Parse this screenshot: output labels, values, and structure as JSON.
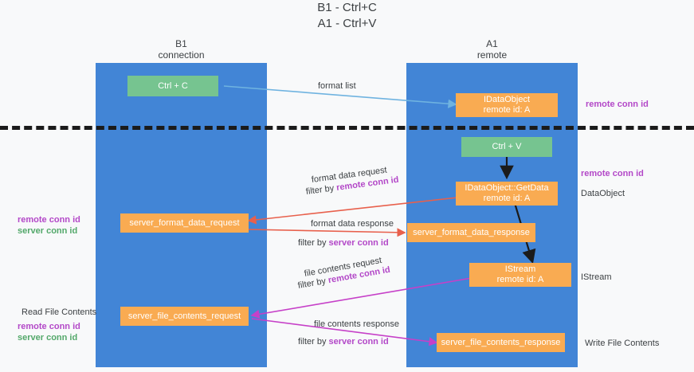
{
  "title": {
    "line1": "B1 - Ctrl+C",
    "line2": "A1 - Ctrl+V"
  },
  "columns": [
    {
      "name": "B1",
      "role": "connection"
    },
    {
      "name": "A1",
      "role": "remote"
    }
  ],
  "colors": {
    "lane": "#4285d6",
    "green_box": "#76c490",
    "orange_box": "#f9ab52",
    "remote_conn_id": "#b348c8",
    "server_conn_id": "#53a86a",
    "arrow_format_list": "#6fb3e0",
    "arrow_format_data": "#e8604c",
    "arrow_file_contents": "#c640c8",
    "arrow_black": "#1b1b1b",
    "divider": "#1b1b1b",
    "background": "#f8f9fa",
    "text": "#3c4043"
  },
  "boxes": {
    "ctrl_c": {
      "line1": "Ctrl + C"
    },
    "ctrl_v": {
      "line1": "Ctrl + V"
    },
    "idataobject": {
      "line1": "IDataObject",
      "line2": "remote id: A"
    },
    "idataobject_getdata": {
      "line1": "IDataObject::GetData",
      "line2": "remote id: A"
    },
    "istream": {
      "line1": "IStream",
      "line2": "remote id: A"
    },
    "server_format_data_request": {
      "line1": "server_format_data_request"
    },
    "server_format_data_response": {
      "line1": "server_format_data_response"
    },
    "server_file_contents_request": {
      "line1": "server_file_contents_request"
    },
    "server_file_contents_response": {
      "line1": "server_file_contents_response"
    }
  },
  "edge_labels": {
    "format_list": "format list",
    "format_data_request": "format data request",
    "format_data_request_filter_prefix": "filter by ",
    "format_data_request_filter_key": "remote conn id",
    "format_data_response": "format data response",
    "format_data_response_filter_prefix": "filter by ",
    "format_data_response_filter_key": "server conn id",
    "file_contents_request": "file contents request",
    "file_contents_request_filter_prefix": "filter by ",
    "file_contents_request_filter_key": "remote conn id",
    "file_contents_response": "file contents response",
    "file_contents_response_filter_prefix": "filter by ",
    "file_contents_response_filter_key": "server conn id"
  },
  "right_annotations": [
    {
      "text": "remote conn id",
      "style": "purple"
    },
    {
      "text": "remote conn id",
      "style": "purple"
    },
    {
      "text": "DataObject",
      "style": "dark"
    },
    {
      "text": "IStream",
      "style": "dark"
    },
    {
      "text": "Write File Contents",
      "style": "dark"
    }
  ],
  "left_annotations": [
    {
      "text": "remote conn id",
      "style": "purple"
    },
    {
      "text": "server conn id",
      "style": "green"
    },
    {
      "text": "Read File Contents",
      "style": "dark"
    },
    {
      "text": "remote conn id",
      "style": "purple"
    },
    {
      "text": "server conn id",
      "style": "green"
    }
  ]
}
